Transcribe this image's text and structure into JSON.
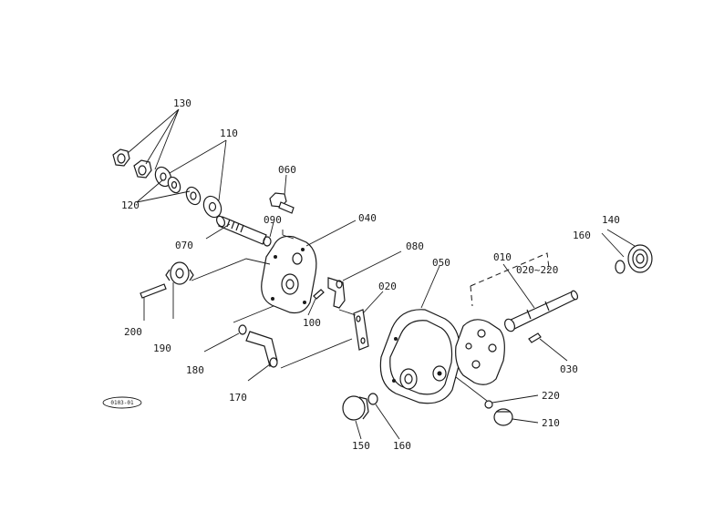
{
  "labels": {
    "p130": "130",
    "p110": "110",
    "p120": "120",
    "p060": "060",
    "p090": "090",
    "p070": "070",
    "p040": "040",
    "p080": "080",
    "p200": "200",
    "p190": "190",
    "p100": "100",
    "p020": "020",
    "p050": "050",
    "p010": "010",
    "p020_220": "020~220",
    "p160a": "160",
    "p140": "140",
    "p180": "180",
    "p170": "170",
    "p030": "030",
    "p220": "220",
    "p210": "210",
    "p150": "150",
    "p160b": "160"
  },
  "stamp": "0103-01"
}
